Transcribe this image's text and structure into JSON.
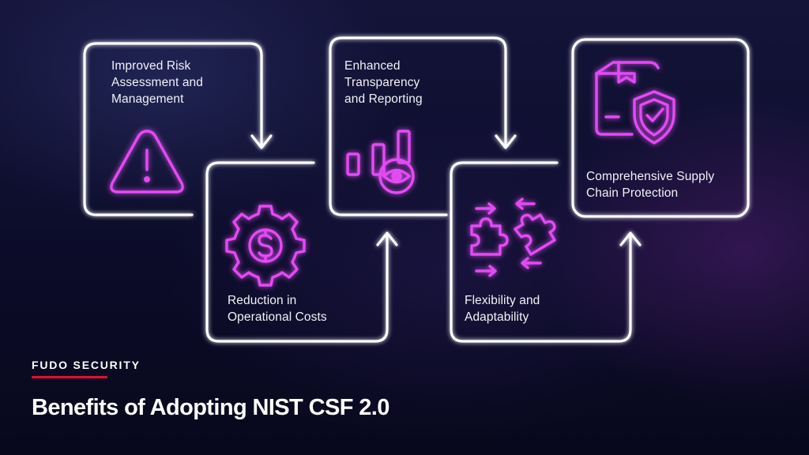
{
  "brand": {
    "name": "FUDO SECURITY",
    "accent_color": "#e2102f"
  },
  "title": "Benefits of Adopting NIST CSF 2.0",
  "colors": {
    "outline": "#ffffff",
    "icon_glow": "#e24cf2"
  },
  "steps": [
    {
      "label": "Improved Risk\nAssessment and\nManagement",
      "icon": "warning-triangle-icon"
    },
    {
      "label": "Reduction in\nOperational Costs",
      "icon": "gear-dollar-icon"
    },
    {
      "label": "Enhanced\nTransparency\nand Reporting",
      "icon": "bar-chart-eye-icon"
    },
    {
      "label": "Flexibility and\nAdaptability",
      "icon": "puzzle-pieces-icon"
    },
    {
      "label": "Comprehensive Supply\nChain Protection",
      "icon": "box-shield-icon"
    }
  ]
}
